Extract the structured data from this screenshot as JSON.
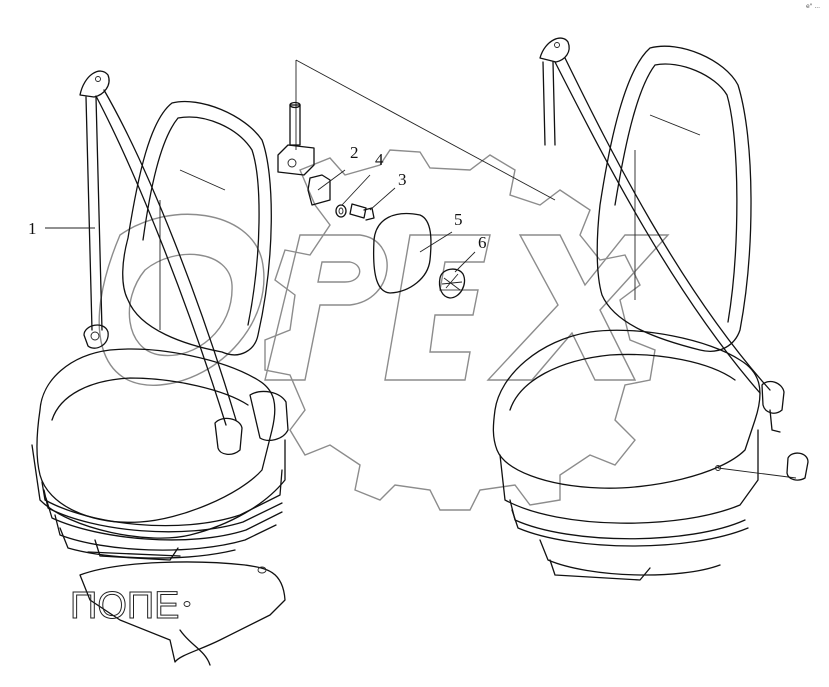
{
  "diagram": {
    "part_labels": [
      "1",
      "2",
      "4",
      "3",
      "5",
      "6"
    ],
    "watermark": "OPEX",
    "background_text": "ПОПЕ",
    "corner_mark": "e\" ..."
  }
}
